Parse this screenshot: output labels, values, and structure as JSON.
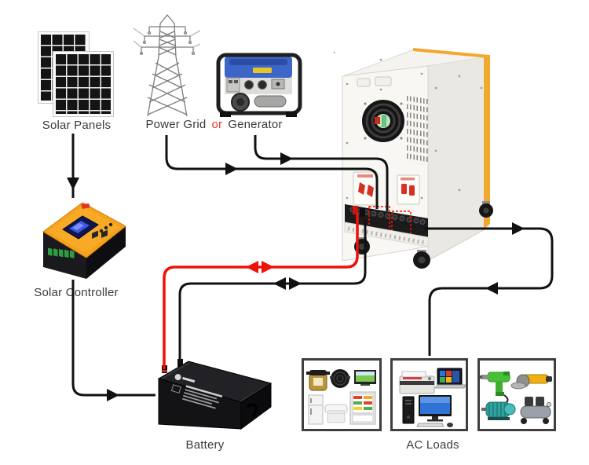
{
  "labels": {
    "solar_panels": "Solar Panels",
    "power_grid": "Power Grid",
    "conjunction": "or",
    "generator": "Generator",
    "solar_controller": "Solar Controller",
    "battery": "Battery",
    "ac_loads": "AC Loads"
  },
  "colors": {
    "background": "#ffffff",
    "label_text": "#3b3b3b",
    "or_text": "#e8392b",
    "wire_neutral": "#111111",
    "wire_positive": "#ee1208",
    "terminal_highlight": "#ee1508",
    "inverter_body": "#f6f5f1",
    "inverter_trim": "#f0a830",
    "controller_body": "#f5a21b",
    "controller_lcd": "#3a57e8",
    "battery_body": "#131316",
    "load_box_border": "#3f3f3f"
  },
  "icons": [
    "solar-panels-icon",
    "power-grid-tower-icon",
    "generator-icon",
    "inverter-icon",
    "solar-controller-icon",
    "battery-icon",
    "appliance-loads-icon",
    "computer-loads-icon",
    "tool-loads-icon"
  ]
}
